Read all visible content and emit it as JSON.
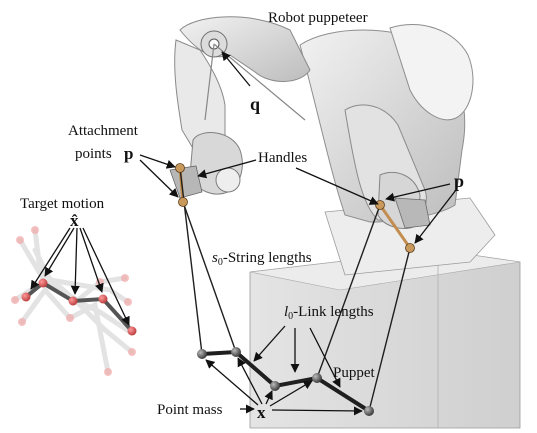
{
  "labels": {
    "title": "Robot puppeteer",
    "q": "q",
    "attachment_line1": "Attachment",
    "attachment_line2": "points",
    "p_left": "p",
    "p_right": "p",
    "handles": "Handles",
    "target_motion": "Target motion",
    "x_hat": "x̂",
    "s0": "s",
    "s0_sub": "0",
    "string_lengths": "-String lengths",
    "l0": "l",
    "l0_sub": "0",
    "link_lengths": "-Link lengths",
    "puppet": "Puppet",
    "point_mass": "Point mass",
    "x": "x"
  },
  "colors": {
    "robot_light": "#e7e7e7",
    "robot_mid": "#c9c9c9",
    "robot_dark": "#8d8d8d",
    "pedestal": "#d9d9d9",
    "string": "#1f1f1f",
    "attachment_point": "#c9995c",
    "puppet_link": "#1f1f1f",
    "target_node": "#d46a6a",
    "target_link": "#bdbdbd"
  }
}
